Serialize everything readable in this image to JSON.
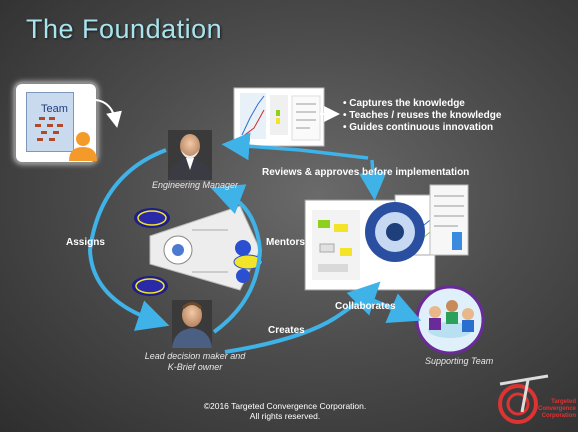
{
  "title": "The Foundation",
  "team_label": "Team",
  "bullets": [
    "Captures the knowledge",
    "Teaches / reuses the knowledge",
    "Guides continuous innovation"
  ],
  "engineering_manager": "Engineering Manager",
  "lead_decision_maker": "Lead decision maker and K-Brief owner",
  "supporting_team": "Supporting Team",
  "labels": {
    "reviews": "Reviews & approves before implementation",
    "assigns": "Assigns",
    "mentors": "Mentors",
    "creates": "Creates",
    "collaborates": "Collaborates"
  },
  "copyright": [
    "©2016 Targeted Convergence Corporation.",
    "All rights reserved."
  ],
  "logo": [
    "Targeted",
    "Convergence",
    "Corporation"
  ],
  "colors": {
    "title": "#a8e4ee",
    "arrow": "#3fb2e8",
    "accent": "#d33"
  }
}
